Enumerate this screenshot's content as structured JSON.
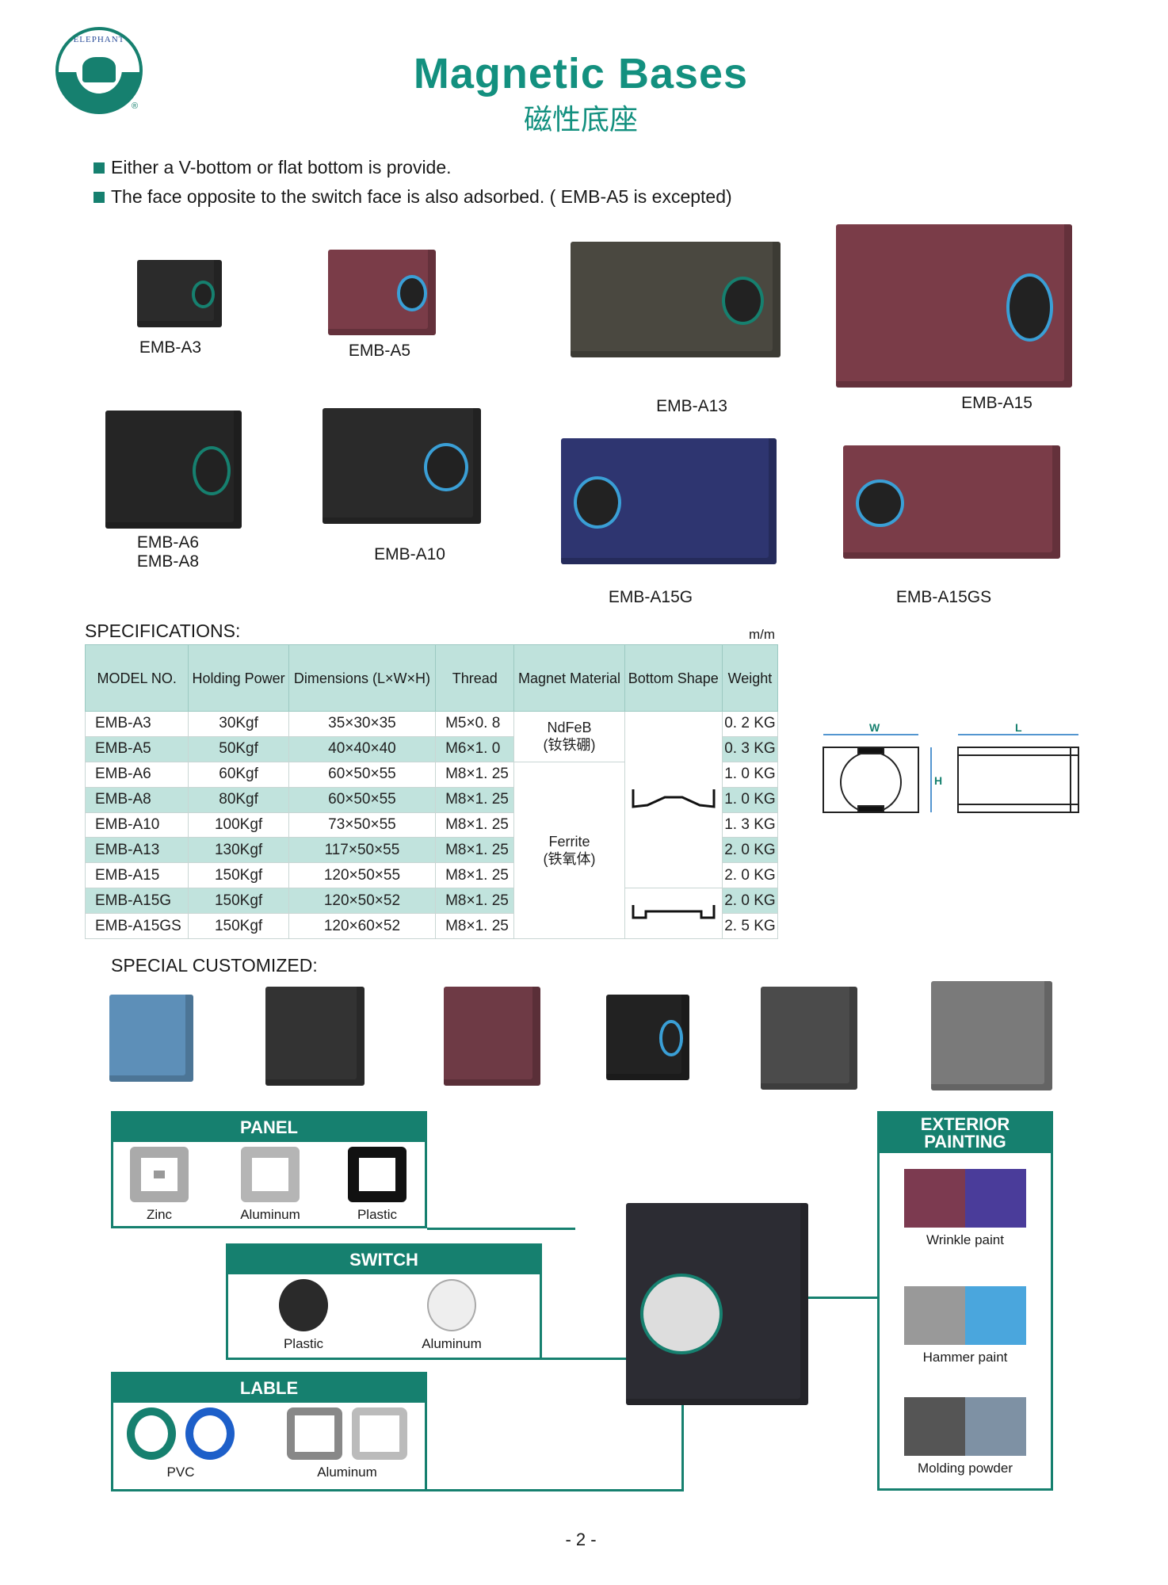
{
  "logo": {
    "text": "ELEPHANT",
    "reg": "®"
  },
  "header": {
    "title": "Magnetic Bases",
    "subtitle": "磁性底座"
  },
  "bullets": [
    "Either a V-bottom or flat bottom is provide.",
    "The face opposite to the switch face is also adsorbed. ( EMB-A5 is excepted)"
  ],
  "products": [
    "EMB-A3",
    "EMB-A5",
    "EMB-A13",
    "EMB-A15",
    "EMB-A6",
    "EMB-A8",
    "EMB-A10",
    "EMB-A15G",
    "EMB-A15GS"
  ],
  "specs": {
    "title": "SPECIFICATIONS:",
    "unit": "m/m",
    "headers": [
      "MODEL NO.",
      "Holding Power",
      "Dimensions (L×W×H)",
      "Thread",
      "Magnet Material",
      "Bottom Shape",
      "Weight"
    ],
    "rows": [
      [
        "EMB-A3",
        "30Kgf",
        "35×30×35",
        "M5×0. 8",
        "0. 2 KG"
      ],
      [
        "EMB-A5",
        "50Kgf",
        "40×40×40",
        "M6×1. 0",
        "0. 3 KG"
      ],
      [
        "EMB-A6",
        "60Kgf",
        "60×50×55",
        "M8×1. 25",
        "1. 0 KG"
      ],
      [
        "EMB-A8",
        "80Kgf",
        "60×50×55",
        "M8×1. 25",
        "1. 0 KG"
      ],
      [
        "EMB-A10",
        "100Kgf",
        "73×50×55",
        "M8×1. 25",
        "1. 3 KG"
      ],
      [
        "EMB-A13",
        "130Kgf",
        "117×50×55",
        "M8×1. 25",
        "2. 0 KG"
      ],
      [
        "EMB-A15",
        "150Kgf",
        "120×50×55",
        "M8×1. 25",
        "2. 0 KG"
      ],
      [
        "EMB-A15G",
        "150Kgf",
        "120×50×52",
        "M8×1. 25",
        "2. 0 KG"
      ],
      [
        "EMB-A15GS",
        "150Kgf",
        "120×60×52",
        "M8×1. 25",
        "2. 5 KG"
      ]
    ],
    "materials": [
      {
        "name": "NdFeB",
        "cn": "(钕铁硼)"
      },
      {
        "name": "Ferrite",
        "cn": "(铁氧体)"
      }
    ]
  },
  "diagram": {
    "w": "W",
    "l": "L",
    "h": "H"
  },
  "custom": {
    "title": "SPECIAL CUSTOMIZED:"
  },
  "panel": {
    "title": "PANEL",
    "items": [
      "Zinc",
      "Aluminum",
      "Plastic"
    ]
  },
  "switch": {
    "title": "SWITCH",
    "items": [
      "Plastic",
      "Aluminum"
    ]
  },
  "lable": {
    "title": "LABLE",
    "items": [
      "PVC",
      "Aluminum"
    ]
  },
  "painting": {
    "title": "EXTERIOR PAINTING",
    "items": [
      "Wrinkle paint",
      "Hammer paint",
      "Molding powder"
    ]
  },
  "page": "- 2 -"
}
